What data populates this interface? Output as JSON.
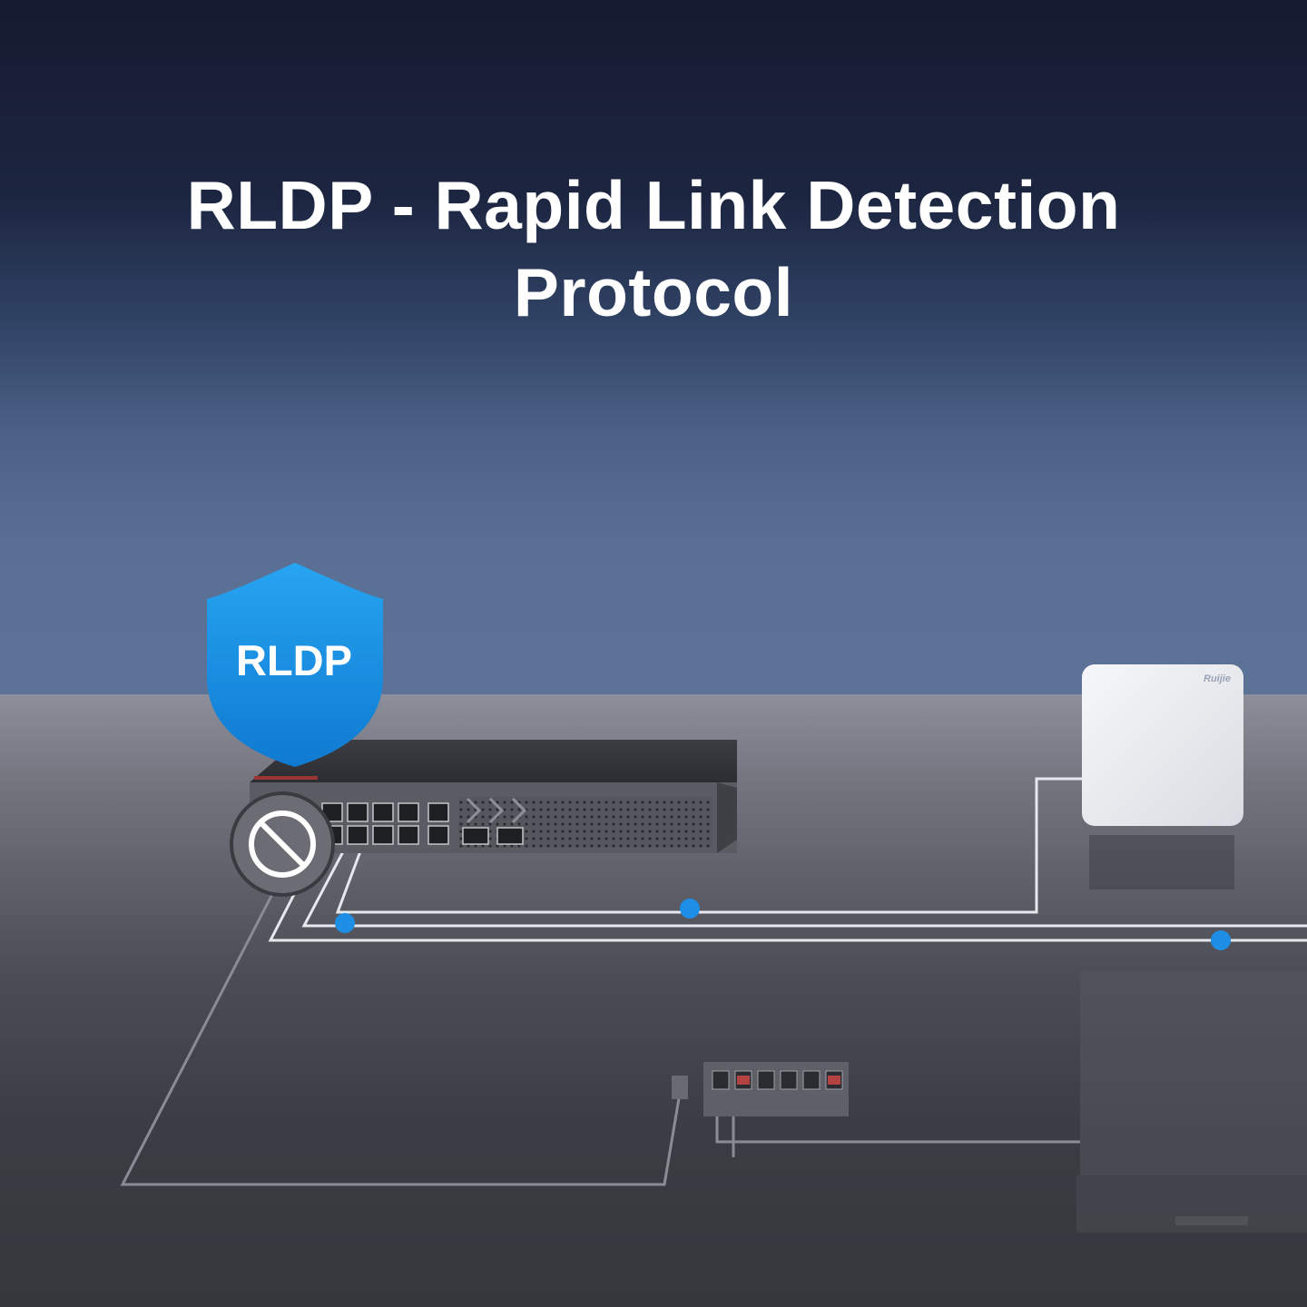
{
  "headline": {
    "line1": "RLDP - Rapid Link Detection",
    "line2": "Protocol"
  },
  "shield": {
    "label": "RLDP",
    "color": "#1a8fe0",
    "icon": "shield-icon"
  },
  "blocked_port_badge": {
    "icon": "prohibited-icon"
  },
  "access_point": {
    "brand": "Ruijie",
    "icon": "access-point-icon"
  },
  "colors": {
    "background_top": "#161a30",
    "background_bottom": "#5d7297",
    "floor": "#4c4d55",
    "link_line": "#e6e8ee",
    "link_marker": "#1e8ee6"
  }
}
